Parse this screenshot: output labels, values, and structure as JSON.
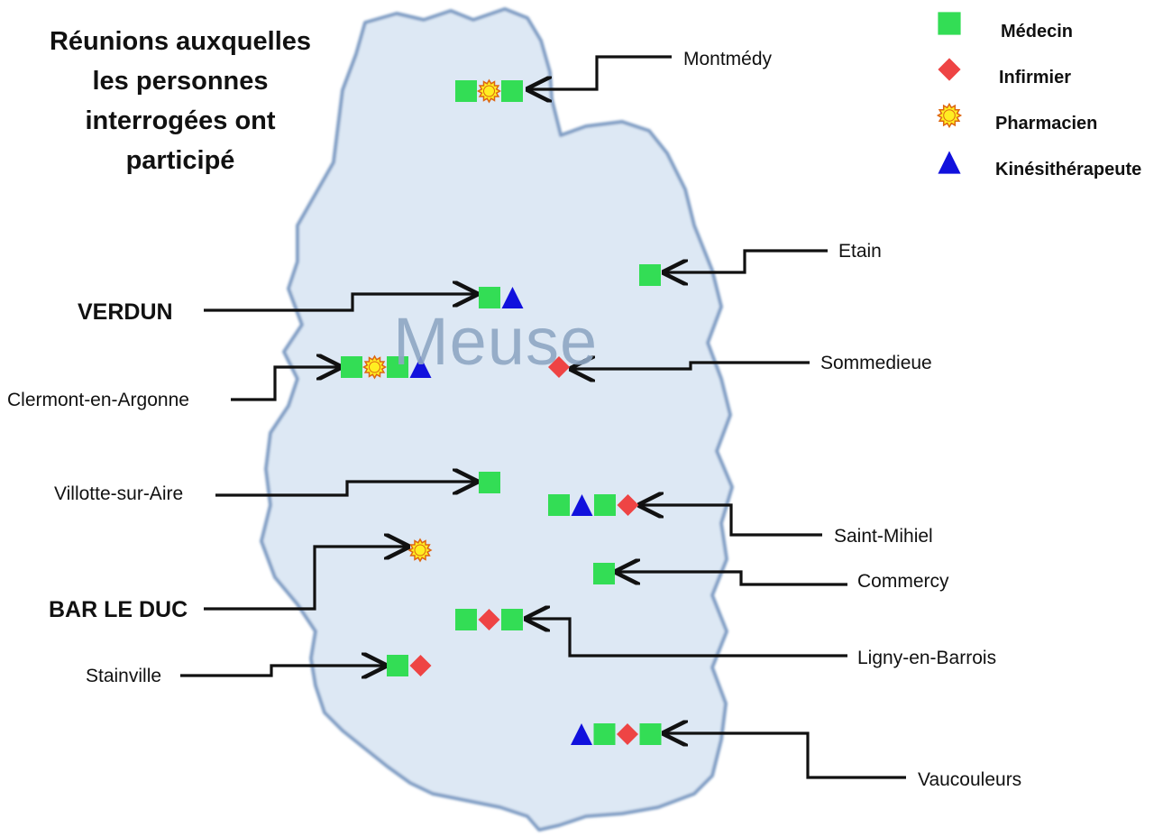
{
  "title_lines": [
    "Réunions auxquelles",
    "les personnes",
    "interrogées ont",
    "participé"
  ],
  "map_name": "Meuse",
  "colors": {
    "medecin": "#33dd55",
    "infirmier": "#ee4444",
    "pharmacien_fill": "#ffee22",
    "pharmacien_stroke": "#dd6611",
    "kine": "#1111dd",
    "region_fill": "#dde8f4",
    "region_border": "#7f9dc4"
  },
  "legend": [
    {
      "label": "Médecin",
      "icon": "green-square-icon"
    },
    {
      "label": "Infirmier",
      "icon": "red-diamond-icon"
    },
    {
      "label": "Pharmacien",
      "icon": "yellow-sun-icon"
    },
    {
      "label": "Kinésithérapeute",
      "icon": "blue-triangle-icon"
    }
  ],
  "places": [
    {
      "name": "Montmédy",
      "bold": false,
      "markers": [
        "medecin",
        "pharmacien",
        "medecin"
      ]
    },
    {
      "name": "Etain",
      "bold": false,
      "markers": [
        "medecin"
      ]
    },
    {
      "name": "VERDUN",
      "bold": true,
      "markers": [
        "medecin",
        "kine"
      ]
    },
    {
      "name": "Sommedieue",
      "bold": false,
      "markers": [
        "infirmier"
      ]
    },
    {
      "name": "Clermont-en-Argonne",
      "bold": false,
      "markers": [
        "medecin",
        "pharmacien",
        "medecin",
        "kine"
      ]
    },
    {
      "name": "Villotte-sur-Aire",
      "bold": false,
      "markers": [
        "medecin"
      ]
    },
    {
      "name": "Saint-Mihiel",
      "bold": false,
      "markers": [
        "medecin",
        "kine",
        "medecin",
        "infirmier"
      ]
    },
    {
      "name": "Commercy",
      "bold": false,
      "markers": [
        "medecin"
      ]
    },
    {
      "name": "BAR LE DUC",
      "bold": true,
      "markers": [
        "pharmacien"
      ]
    },
    {
      "name": "Ligny-en-Barrois",
      "bold": false,
      "markers": [
        "medecin",
        "infirmier",
        "medecin"
      ]
    },
    {
      "name": "Stainville",
      "bold": false,
      "markers": [
        "medecin",
        "infirmier"
      ]
    },
    {
      "name": "Vaucouleurs",
      "bold": false,
      "markers": [
        "kine",
        "medecin",
        "infirmier",
        "medecin"
      ]
    }
  ]
}
